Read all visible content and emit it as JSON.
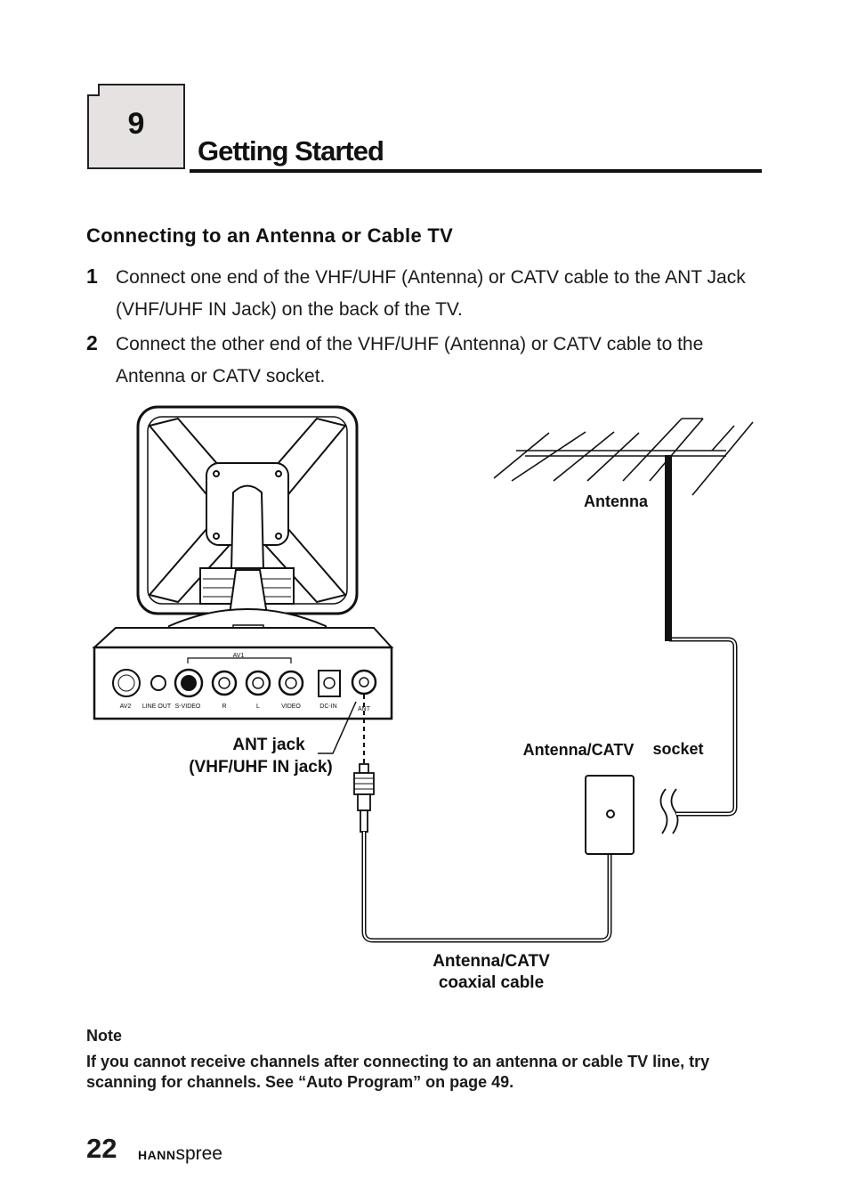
{
  "chapter": {
    "number": "9",
    "title": "Getting Started"
  },
  "section": {
    "title": "Connecting to an Antenna or Cable TV"
  },
  "steps": [
    {
      "number": "1",
      "text": "Connect one end of the VHF/UHF (Antenna) or CATV cable to the ANT Jack (VHF/UHF IN Jack) on the back of the TV."
    },
    {
      "number": "2",
      "text": "Connect the other end of the VHF/UHF (Antenna) or CATV cable to the Antenna or CATV socket."
    }
  ],
  "diagram": {
    "labels": {
      "antenna": "Antenna",
      "socket_a": "Antenna/CATV",
      "socket_b": "socket",
      "ant_jack_1": "ANT jack",
      "ant_jack_2": "(VHF/UHF IN jack)",
      "cable_1": "Antenna/CATV",
      "cable_2": "coaxial cable"
    },
    "ports": {
      "av1": "AV1",
      "av2": "AV2",
      "line_out": "LINE OUT",
      "s_video": "S-VIDEO",
      "r": "R",
      "l": "L",
      "video": "VIDEO",
      "dc_in": "DC-IN",
      "ant": "ANT"
    }
  },
  "note": {
    "heading": "Note",
    "text": "If you cannot receive channels after connecting to an antenna or cable TV line, try scanning for channels. See “Auto Program” on page 49."
  },
  "footer": {
    "page_number": "22",
    "brand_bold": "HANN",
    "brand_light": "spree"
  }
}
